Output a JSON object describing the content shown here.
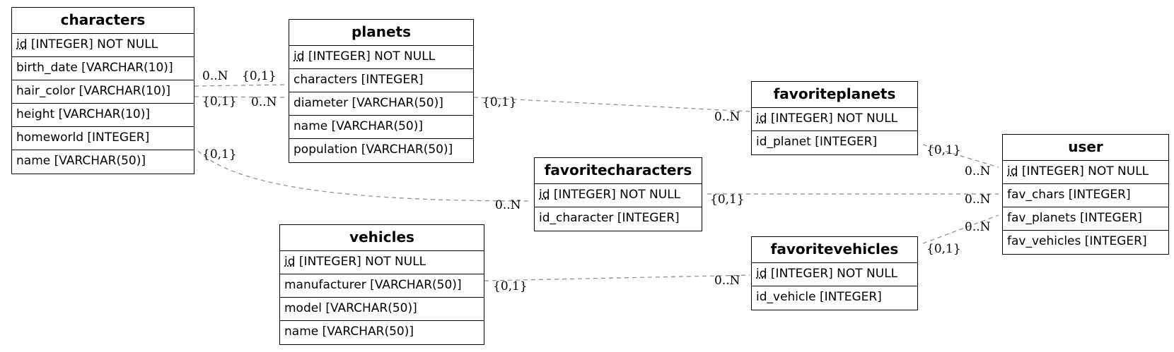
{
  "entities": {
    "characters": {
      "title": "characters",
      "rows": [
        {
          "pk": "id",
          "rest": " [INTEGER] NOT NULL"
        },
        {
          "text": "birth_date [VARCHAR(10)]"
        },
        {
          "text": "hair_color [VARCHAR(10)]"
        },
        {
          "text": "height [VARCHAR(10)]"
        },
        {
          "text": "homeworld [INTEGER]"
        },
        {
          "text": "name [VARCHAR(50)]"
        }
      ]
    },
    "planets": {
      "title": "planets",
      "rows": [
        {
          "pk": "id",
          "rest": " [INTEGER] NOT NULL"
        },
        {
          "text": "characters [INTEGER]"
        },
        {
          "text": "diameter [VARCHAR(50)]"
        },
        {
          "text": "name [VARCHAR(50)]"
        },
        {
          "text": "population [VARCHAR(50)]"
        }
      ]
    },
    "vehicles": {
      "title": "vehicles",
      "rows": [
        {
          "pk": "id",
          "rest": " [INTEGER] NOT NULL"
        },
        {
          "text": "manufacturer [VARCHAR(50)]"
        },
        {
          "text": "model [VARCHAR(50)]"
        },
        {
          "text": "name [VARCHAR(50)]"
        }
      ]
    },
    "favoritecharacters": {
      "title": "favoritecharacters",
      "rows": [
        {
          "pk": "id",
          "rest": " [INTEGER] NOT NULL"
        },
        {
          "text": "id_character [INTEGER]"
        }
      ]
    },
    "favoriteplanets": {
      "title": "favoriteplanets",
      "rows": [
        {
          "pk": "id",
          "rest": " [INTEGER] NOT NULL"
        },
        {
          "text": "id_planet [INTEGER]"
        }
      ]
    },
    "favoritevehicles": {
      "title": "favoritevehicles",
      "rows": [
        {
          "pk": "id",
          "rest": " [INTEGER] NOT NULL"
        },
        {
          "text": "id_vehicle [INTEGER]"
        }
      ]
    },
    "user": {
      "title": "user",
      "rows": [
        {
          "pk": "id",
          "rest": " [INTEGER] NOT NULL"
        },
        {
          "text": "fav_chars [INTEGER]"
        },
        {
          "text": "fav_planets [INTEGER]"
        },
        {
          "text": "fav_vehicles [INTEGER]"
        }
      ]
    }
  },
  "cardinalities": {
    "characters_birth_many": "0..N",
    "planets_birth_one": "{0,1}",
    "characters_hair_one": "{0,1}",
    "planets_hair_many": "0..N",
    "characters_homeworld_one": "{0,1}",
    "favchars_many": "0..N",
    "planets_diameter_one": "{0,1}",
    "favplanets_many": "0..N",
    "favplanets_one": "{0,1}",
    "user_top_many": "0..N",
    "favchars_one": "{0,1}",
    "user_mid_many": "0..N",
    "vehicles_one": "{0,1}",
    "favvehicles_many": "0..N",
    "favvehicles_one": "{0,1}",
    "user_bottom_many": "0..N"
  },
  "colors": {
    "line": "#8a8a8a",
    "border": "#000000"
  }
}
